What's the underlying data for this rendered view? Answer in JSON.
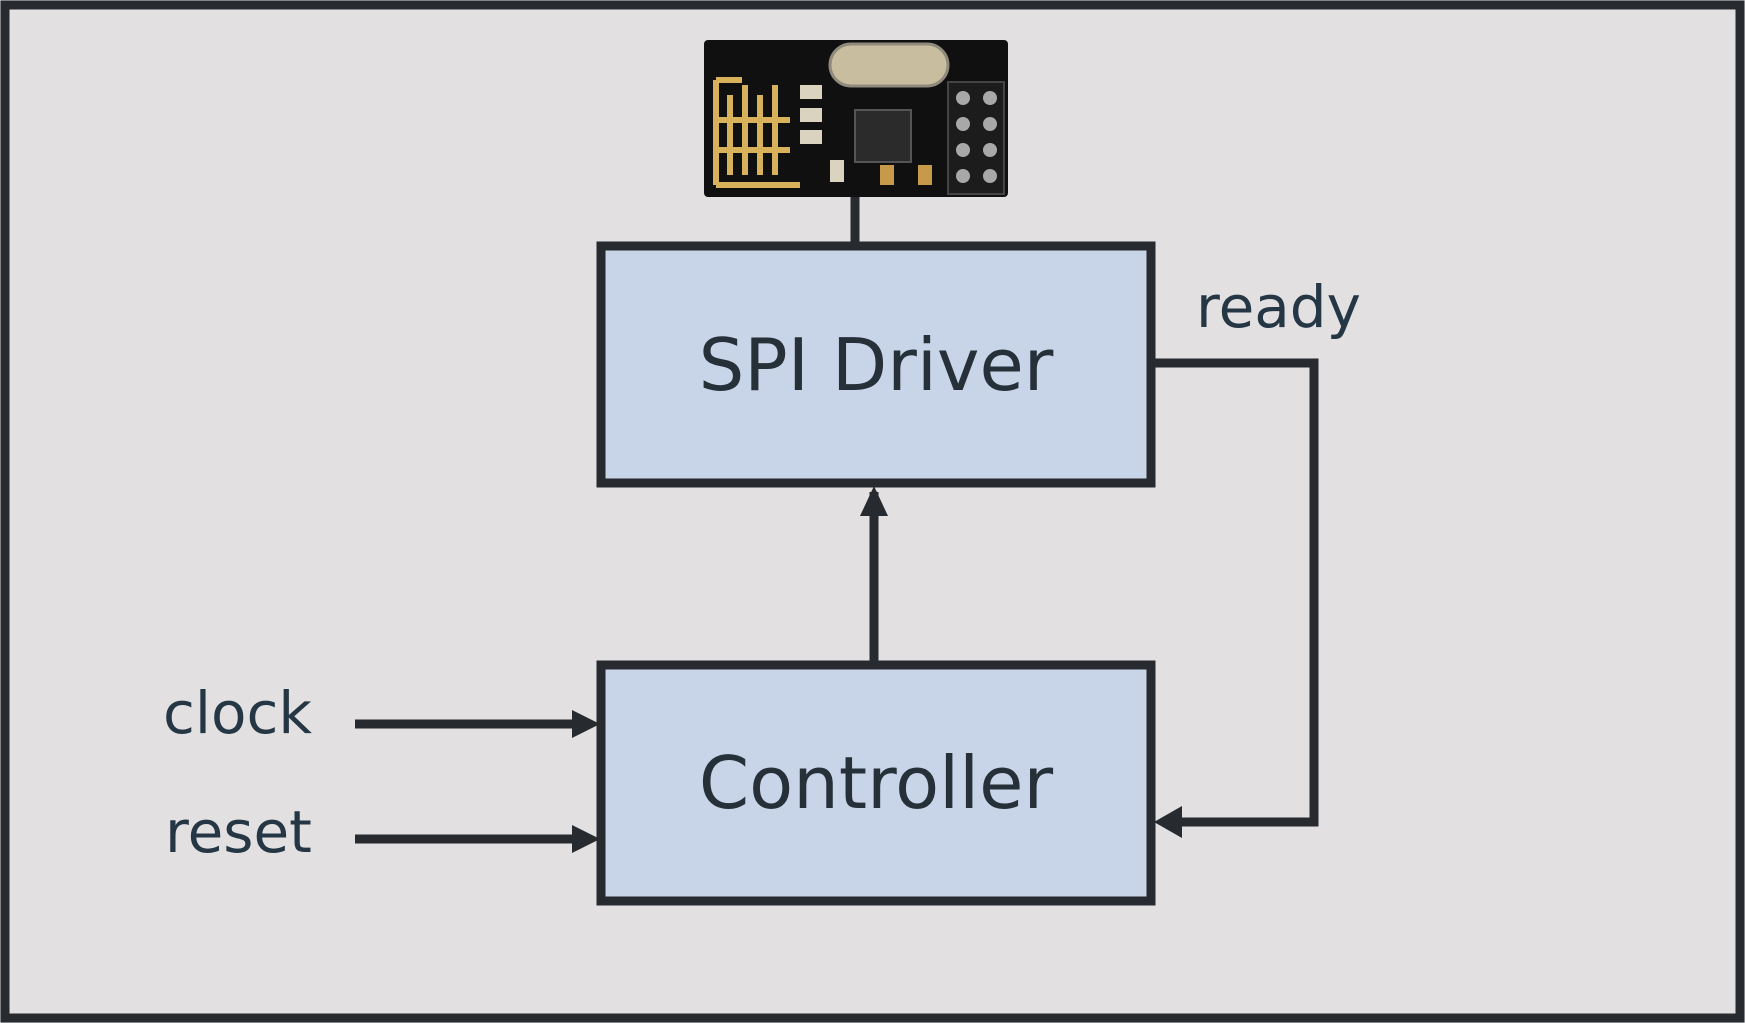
{
  "diagram": {
    "blocks": {
      "spi_driver": {
        "label": "SPI Driver"
      },
      "controller": {
        "label": "Controller"
      }
    },
    "signals": {
      "clock": "clock",
      "reset": "reset",
      "ready": "ready"
    },
    "module_image": {
      "name": "nrf24l01-radio-module"
    },
    "colors": {
      "background": "#e2e0e1",
      "block_fill": "#c8d4e7",
      "stroke": "#272a2e",
      "antenna_gold": "#d8b25a",
      "pcb": "#101010"
    }
  }
}
